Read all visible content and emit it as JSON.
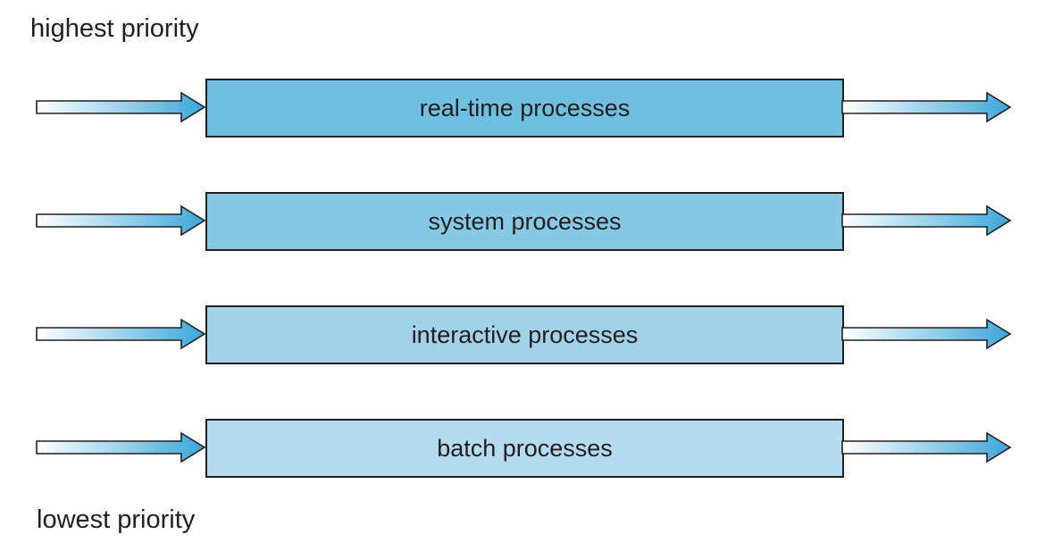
{
  "labels": {
    "top": "highest priority",
    "bottom": "lowest priority"
  },
  "queues": [
    {
      "label": "real-time processes",
      "color": "#6fbfe1"
    },
    {
      "label": "system processes",
      "color": "#86c8e5"
    },
    {
      "label": "interactive processes",
      "color": "#a0d2e9"
    },
    {
      "label": "batch processes",
      "color": "#b5dcec"
    }
  ],
  "colors": {
    "arrow_start": "#ffffff",
    "arrow_end": "#3ca7d9",
    "outline": "#231f20"
  }
}
